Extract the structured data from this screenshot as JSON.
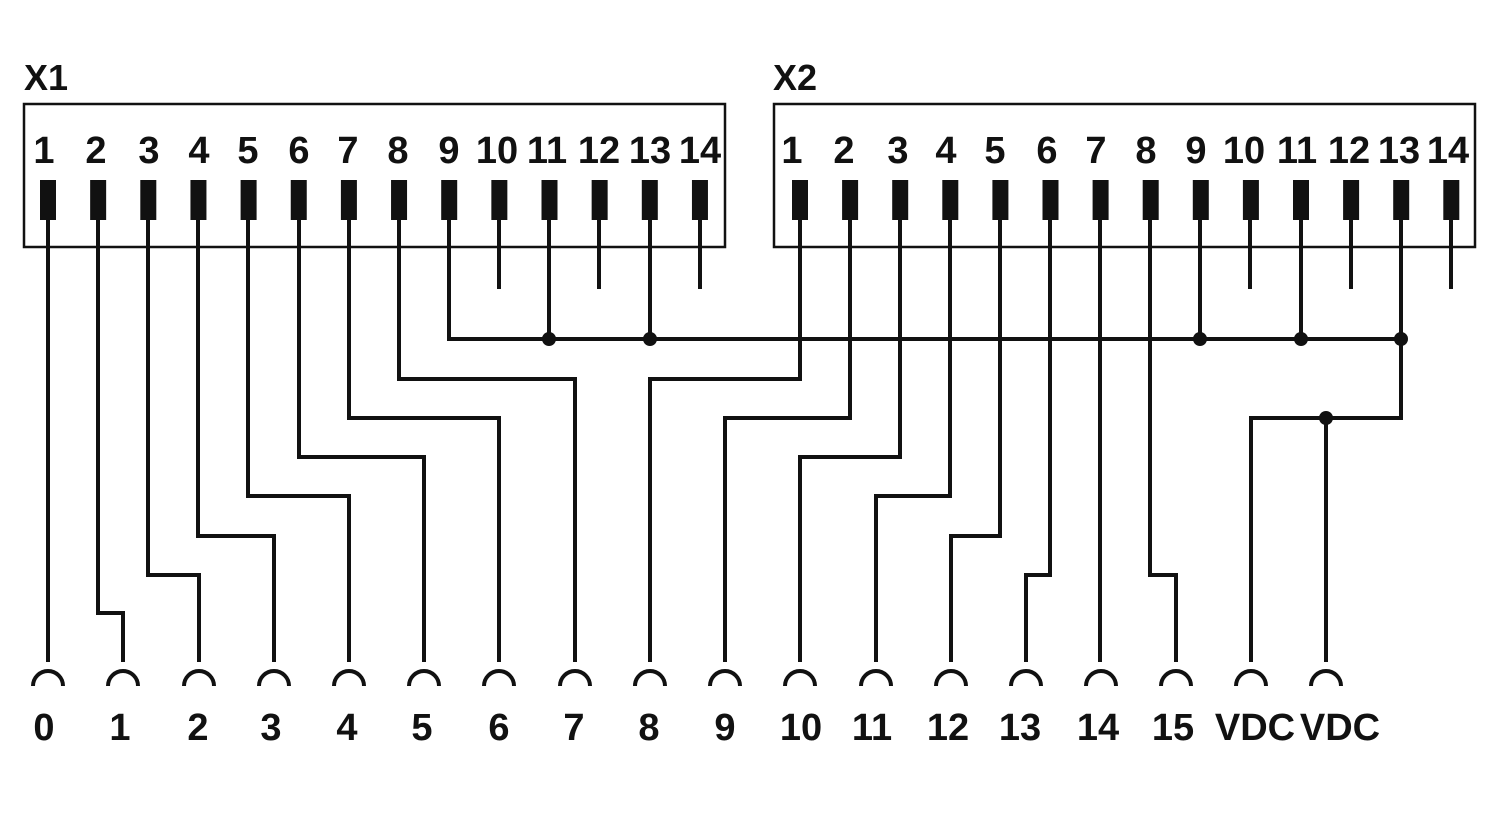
{
  "colors": {
    "ink": "#111111",
    "background": "#ffffff"
  },
  "connectors": [
    {
      "id": "x1",
      "title": "X1",
      "pins": [
        "1",
        "2",
        "3",
        "4",
        "5",
        "6",
        "7",
        "8",
        "9",
        "10",
        "11",
        "12",
        "13",
        "14"
      ]
    },
    {
      "id": "x2",
      "title": "X2",
      "pins": [
        "1",
        "2",
        "3",
        "4",
        "5",
        "6",
        "7",
        "8",
        "9",
        "10",
        "11",
        "12",
        "13",
        "14"
      ]
    }
  ],
  "terminals": [
    "0",
    "1",
    "2",
    "3",
    "4",
    "5",
    "6",
    "7",
    "8",
    "9",
    "10",
    "11",
    "12",
    "13",
    "14",
    "15",
    "VDC",
    "VDC"
  ]
}
